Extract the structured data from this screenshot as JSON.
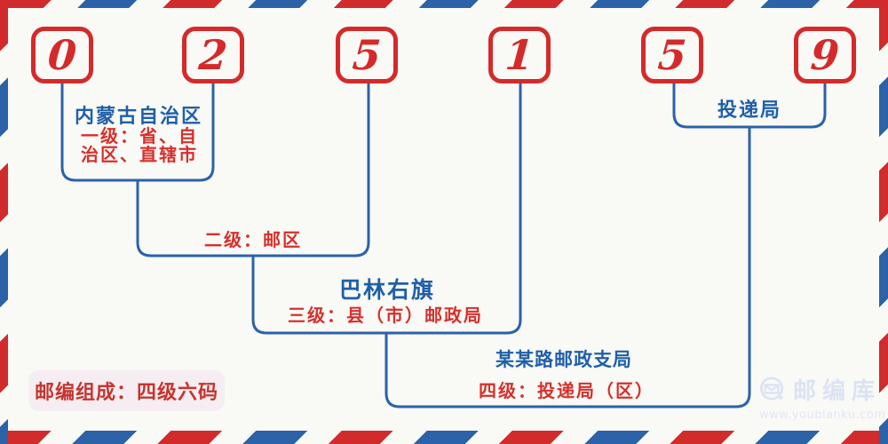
{
  "postal_code": {
    "value": "025159",
    "digits": [
      "0",
      "2",
      "5",
      "1",
      "5",
      "9"
    ]
  },
  "annotations": {
    "level1": {
      "region": "内蒙古自治区",
      "label_line1": "一级：省、自",
      "label_line2": "治区、直辖市"
    },
    "level2": {
      "label": "二级：邮区"
    },
    "level3": {
      "region": "巴林右旗",
      "label": "三级：县（市）邮政局"
    },
    "level4": {
      "region": "某某路邮政支局",
      "label": "四级：投递局（区）"
    },
    "delivery_bureau": {
      "label": "投递局"
    }
  },
  "footer": {
    "composition_label": "邮编组成：四级六码"
  },
  "watermark": {
    "icon": "envelope-circle-icon",
    "brand": "邮编库",
    "url": "www.youbianku.com"
  },
  "colors": {
    "stripe_red": "#d12b2b",
    "stripe_blue": "#2b62a8",
    "digit_red": "#d42a2a",
    "text_blue": "#1f5fa9",
    "text_red": "#d6302c",
    "background": "#f9f9f6",
    "badge_background": "#f5edf1",
    "watermark": "#dbe3f3"
  }
}
